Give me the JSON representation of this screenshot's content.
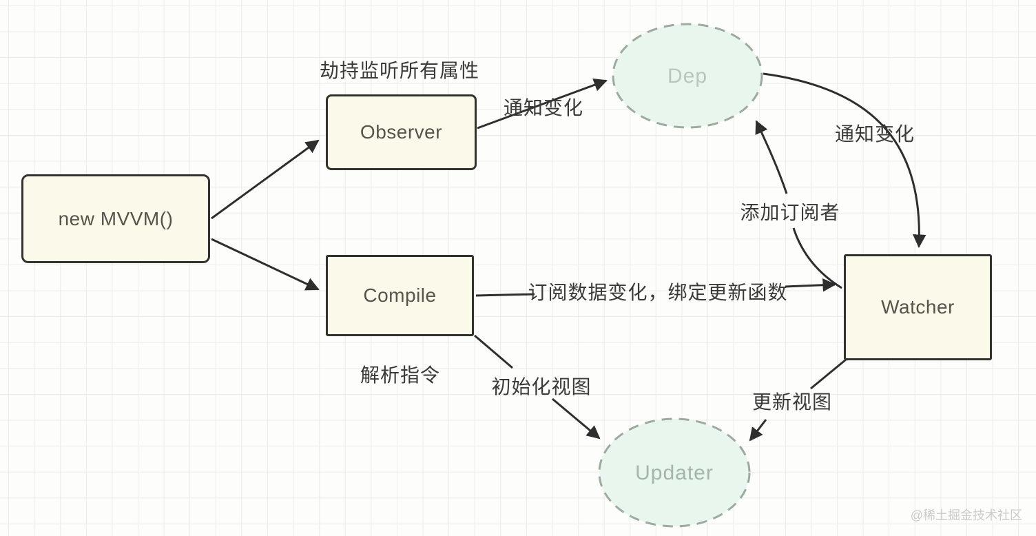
{
  "diagram": {
    "nodes": {
      "new_mvvm": {
        "label": "new MVVM()",
        "shape": "box"
      },
      "observer": {
        "label": "Observer",
        "shape": "box"
      },
      "compile": {
        "label": "Compile",
        "shape": "box"
      },
      "watcher": {
        "label": "Watcher",
        "shape": "box"
      },
      "dep": {
        "label": "Dep",
        "shape": "dashed-ellipse"
      },
      "updater": {
        "label": "Updater",
        "shape": "dashed-ellipse"
      }
    },
    "edge_labels": {
      "hijack": "劫持监听所有属性",
      "notify_dep": "通知变化",
      "notify_watcher": "通知变化",
      "add_subscriber": "添加订阅者",
      "subscribe_bind": "订阅数据变化，绑定更新函数",
      "parse_directives": "解析指令",
      "init_view": "初始化视图",
      "update_view": "更新视图"
    },
    "watermark": "@稀土掘金技术社区",
    "colors": {
      "box_fill": "#fbfaea",
      "box_border": "#33332e",
      "ellipse_fill": "#e8f6ee",
      "ellipse_border": "#9dab9f",
      "arrow": "#2e2e2e",
      "label_text": "#3a3a3a",
      "grid_line": "#ececea",
      "watermark_text": "#cbcbcb"
    }
  }
}
